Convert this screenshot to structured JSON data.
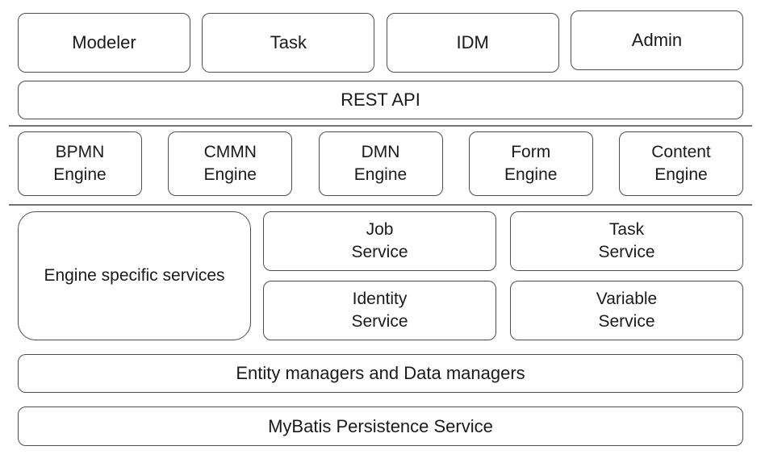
{
  "diagram": {
    "apps": [
      {
        "label": "Modeler"
      },
      {
        "label": "Task"
      },
      {
        "label": "IDM"
      },
      {
        "label": "Admin"
      }
    ],
    "rest_api": {
      "label": "REST API"
    },
    "engines": [
      {
        "label": "BPMN\nEngine"
      },
      {
        "label": "CMMN\nEngine"
      },
      {
        "label": "DMN\nEngine"
      },
      {
        "label": "Form\nEngine"
      },
      {
        "label": "Content\nEngine"
      }
    ],
    "services": {
      "engine_specific": {
        "label": "Engine specific services"
      },
      "grid": [
        {
          "label": "Job\nService"
        },
        {
          "label": "Task\nService"
        },
        {
          "label": "Identity\nService"
        },
        {
          "label": "Variable\nService"
        }
      ]
    },
    "entity_managers": {
      "label": "Entity managers and Data managers"
    },
    "persistence": {
      "label": "MyBatis Persistence Service"
    },
    "colors": {
      "box_border": "#4d4d4d",
      "divider": "#757575",
      "text": "#1a1a1a",
      "background": "#ffffff"
    }
  }
}
